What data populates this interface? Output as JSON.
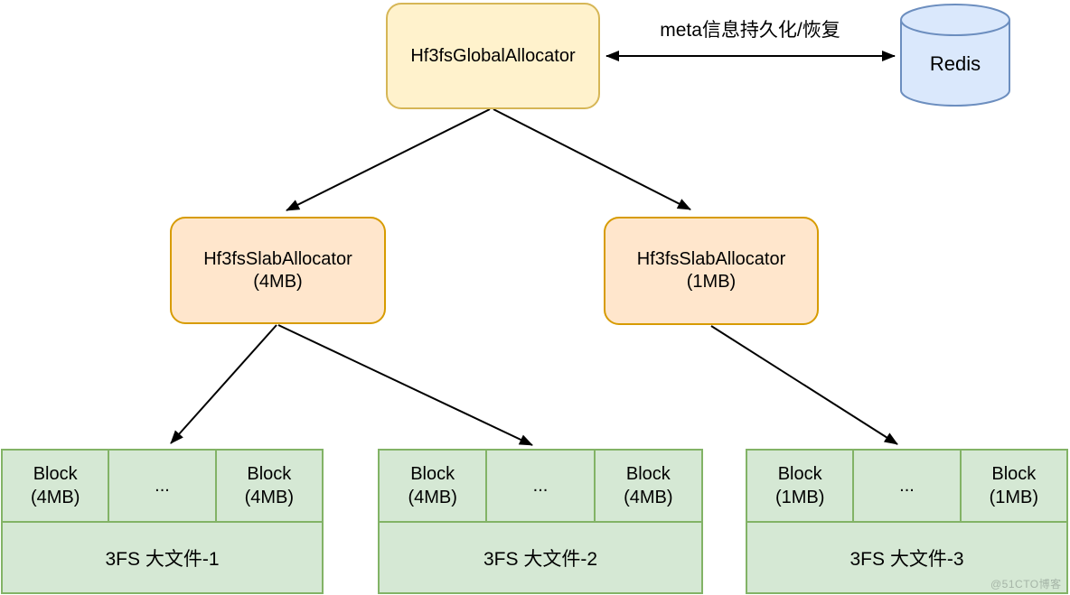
{
  "nodes": {
    "global_allocator": {
      "label": "Hf3fsGlobalAllocator"
    },
    "redis": {
      "label": "Redis"
    },
    "slab_left": {
      "line1": "Hf3fsSlabAllocator",
      "line2": "(4MB)"
    },
    "slab_right": {
      "line1": "Hf3fsSlabAllocator",
      "line2": "(1MB)"
    }
  },
  "edges": {
    "meta_link_label": "meta信息持久化/恢复"
  },
  "files": [
    {
      "block": "Block",
      "size": "(4MB)",
      "dots": "...",
      "label": "3FS 大文件-1"
    },
    {
      "block": "Block",
      "size": "(4MB)",
      "dots": "...",
      "label": "3FS 大文件-2"
    },
    {
      "block": "Block",
      "size": "(1MB)",
      "dots": "...",
      "label": "3FS 大文件-3"
    }
  ],
  "watermark": "@51CTO博客",
  "colors": {
    "global_fill": "#FFF2CC",
    "global_border": "#D6B656",
    "slab_fill": "#FFE6CC",
    "slab_border": "#D79B00",
    "redis_fill": "#DAE8FC",
    "redis_border": "#6C8EBF",
    "file_fill": "#D5E8D4",
    "file_border": "#82B366",
    "arrow": "#000000"
  }
}
